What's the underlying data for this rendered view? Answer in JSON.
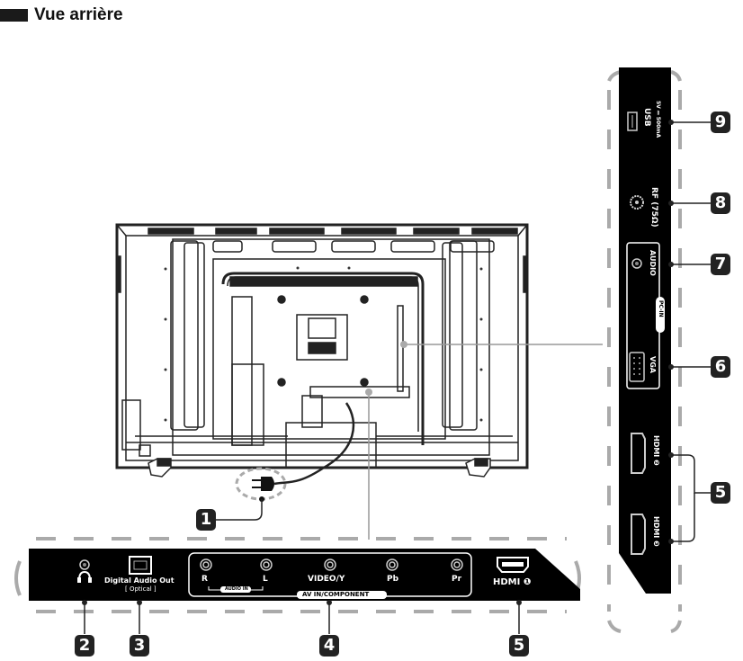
{
  "title": "Vue arrière",
  "badges": {
    "b1": "1",
    "b2": "2",
    "b3": "3",
    "b4": "4",
    "b5_bottom": "5",
    "b5_side": "5",
    "b6": "6",
    "b7": "7",
    "b8": "8",
    "b9": "9"
  },
  "bottom_panel": {
    "headphone_icon": "headphone-icon",
    "digital_audio": "Digital Audio Out",
    "digital_audio_sub": "[ Optical ]",
    "r": "R",
    "l": "L",
    "audio_in": "AUDIO IN",
    "video_y": "VIDEO/Y",
    "pb": "Pb",
    "pr": "Pr",
    "av_label": "AV IN/COMPONENT",
    "hdmi1": "HDMI ❶"
  },
  "side_panel": {
    "usb": "USB",
    "usb_spec": "5V ⎓ 500mA",
    "rf": "RF (75Ω)",
    "audio": "AUDIO",
    "pc_in": "PC-IN",
    "vga": "VGA",
    "hdmi2": "HDMI ❷",
    "hdmi3": "HDMI ❸"
  }
}
